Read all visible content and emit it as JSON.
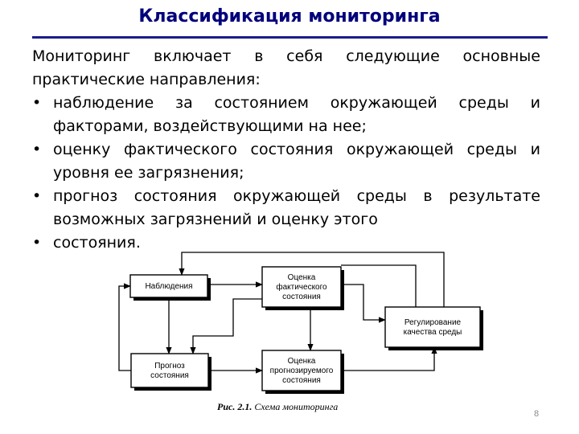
{
  "slide": {
    "title": "Классификация мониторинга",
    "intro": "Мониторинг включает в себя следующие основные практические направления:",
    "bullets": [
      "наблюдение за состоянием окружающей среды и факторами, воздействующими на нее;",
      "оценку фактического состояния окружающей среды и уровня ее загрязнения;",
      "прогноз состояния окружающей среды в результате возможных загрязнений и оценку этого",
      "состояния."
    ],
    "page_number": "8"
  },
  "diagram": {
    "boxes": {
      "observation": [
        "Наблюдения"
      ],
      "actual_assessment": [
        "Оценка",
        "фактического",
        "состояния"
      ],
      "regulation": [
        "Регулирование",
        "качества среды"
      ],
      "forecast": [
        "Прогноз",
        "состояния"
      ],
      "forecast_assessment": [
        "Оценка",
        "прогнозируемого",
        "состояния"
      ]
    },
    "caption": {
      "figure": "Рис. 2.1.",
      "text": "Схема мониторинга"
    }
  }
}
